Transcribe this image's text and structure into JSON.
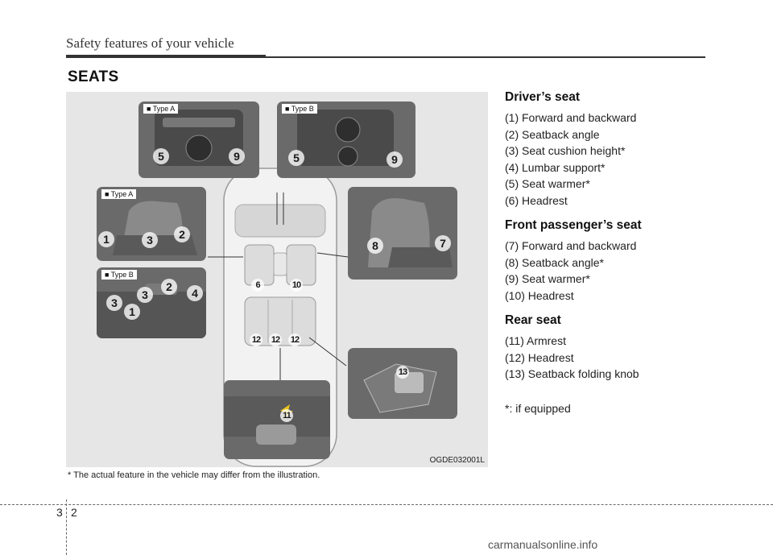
{
  "header": {
    "title": "Safety features of your vehicle"
  },
  "section": {
    "title": "SEATS"
  },
  "figure": {
    "code": "OGDE032001L",
    "footnote": "* The actual feature in the vehicle may differ from the illustration.",
    "labels": {
      "type_a": "■ Type A",
      "type_b": "■ Type B"
    },
    "callouts": [
      "1",
      "2",
      "3",
      "4",
      "5",
      "6",
      "7",
      "8",
      "9",
      "10",
      "11",
      "12",
      "13"
    ]
  },
  "drivers_seat": {
    "title": "Driver’s seat",
    "items": [
      "(1) Forward and backward",
      "(2) Seatback angle",
      "(3) Seat cushion height*",
      "(4) Lumbar support*",
      "(5) Seat warmer*",
      "(6) Headrest"
    ]
  },
  "passenger_seat": {
    "title": "Front passenger’s seat",
    "items": [
      "(7) Forward and backward",
      "(8) Seatback angle*",
      "(9) Seat warmer*",
      "(10) Headrest"
    ]
  },
  "rear_seat": {
    "title": "Rear seat",
    "items": [
      "(11) Armrest",
      "(12) Headrest",
      "(13) Seatback folding knob"
    ]
  },
  "note": "*: if equipped",
  "footer": {
    "section": "3",
    "page": "2",
    "watermark": "carmanualsonline.info"
  }
}
